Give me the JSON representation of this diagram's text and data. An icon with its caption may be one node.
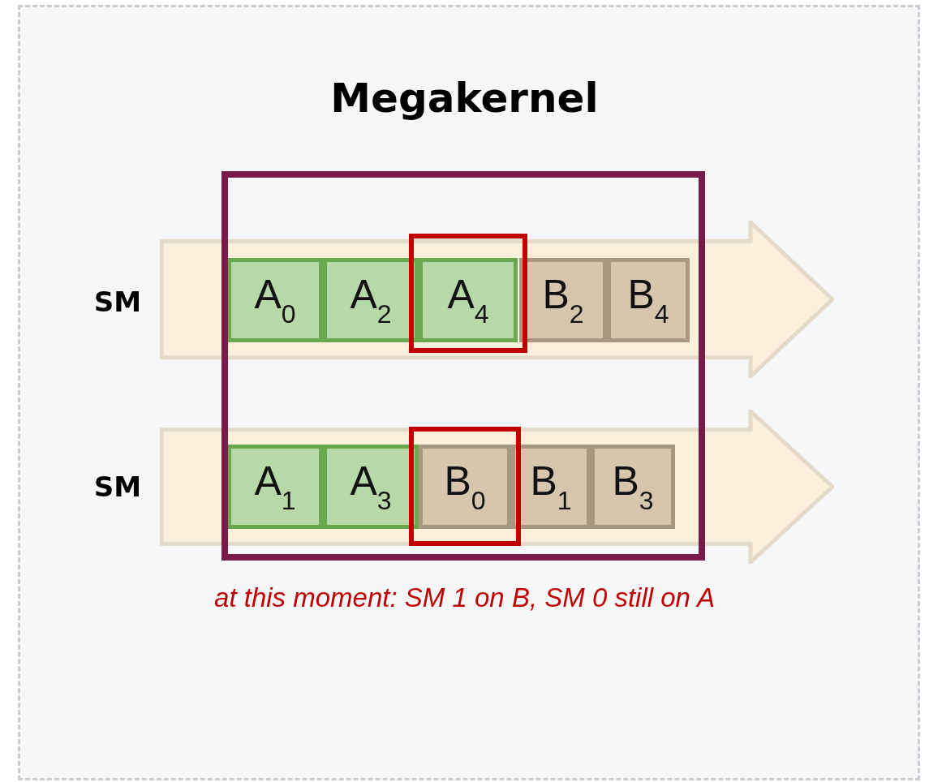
{
  "diagram": {
    "title": "Megakernel",
    "caption": "at this moment: SM 1 on B, SM 0 still on A",
    "nodes": [
      {
        "text": [],
        "shape": "arrow"
      },
      {
        "text": [
          "A$_{0}$"
        ],
        "in": 0
      },
      {
        "text": [
          "A$_{2}$"
        ],
        "in": 0
      },
      {
        "text": [
          "A$_{4}$"
        ],
        "in": 0
      },
      {
        "text": [
          "B$_{2}$"
        ],
        "in": 0
      },
      {
        "text": [
          "B$_{4}$"
        ],
        "in": 0
      },
      {
        "text": [],
        "shape": "arrow"
      },
      {
        "text": [
          "A$_{1}$"
        ],
        "in": 6
      },
      {
        "text": [
          "A$_{3}$"
        ],
        "in": 6
      },
      {
        "text": [
          "B$_{0}$"
        ],
        "in": 6
      },
      {
        "text": [
          "B$_{1}$"
        ],
        "in": 6
      },
      {
        "text": [
          "B$_{3}$"
        ],
        "in": 6
      }
    ],
    "labels": [
      "SM",
      "SM"
    ]
  }
}
